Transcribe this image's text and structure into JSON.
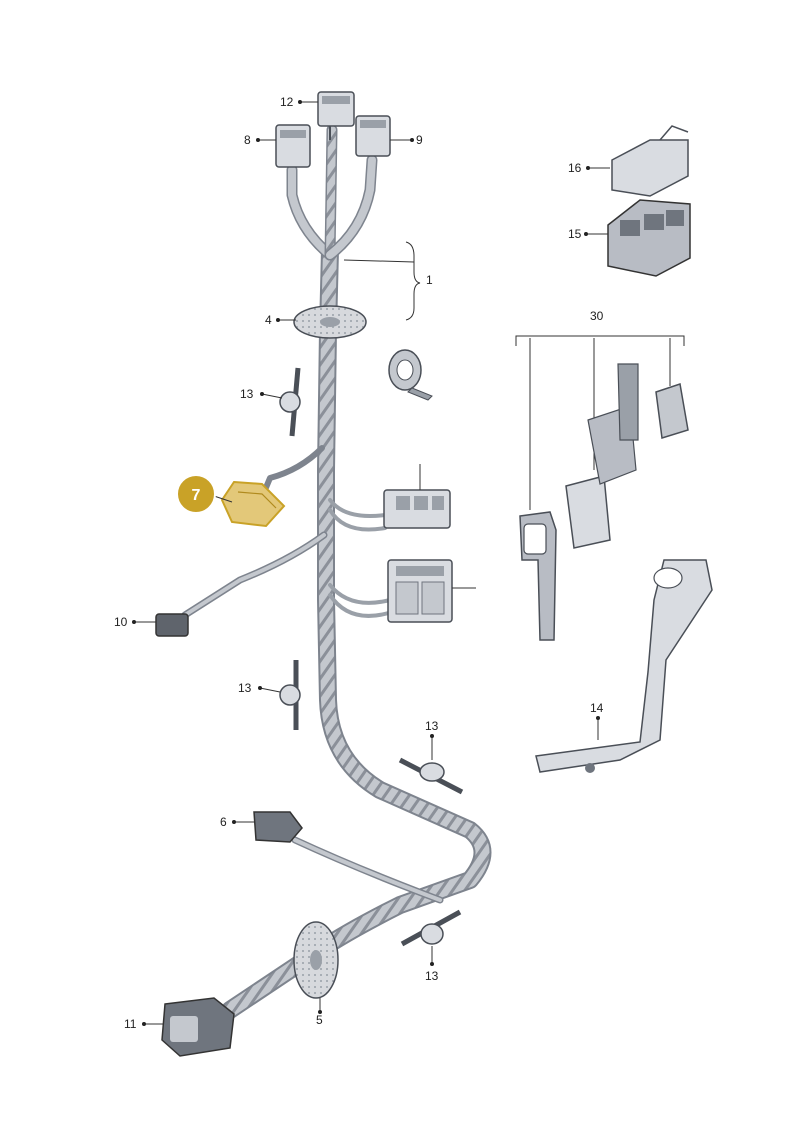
{
  "callouts": {
    "c12": "12",
    "c8": "8",
    "c9": "9",
    "c1": "1",
    "c4": "4",
    "c13a": "13",
    "c7": "7",
    "c10": "10",
    "c13b": "13",
    "c13c": "13",
    "c6": "6",
    "c13d": "13",
    "c11": "11",
    "c5": "5",
    "c16": "16",
    "c15": "15",
    "c30": "30",
    "c14": "14"
  },
  "highlight": {
    "part": "7",
    "color": "#c9a227"
  },
  "colors": {
    "cable": "#b8bcc4",
    "cable_stripe": "#7e848e",
    "part_fill": "#d9dce1",
    "part_dark": "#6f757e"
  }
}
